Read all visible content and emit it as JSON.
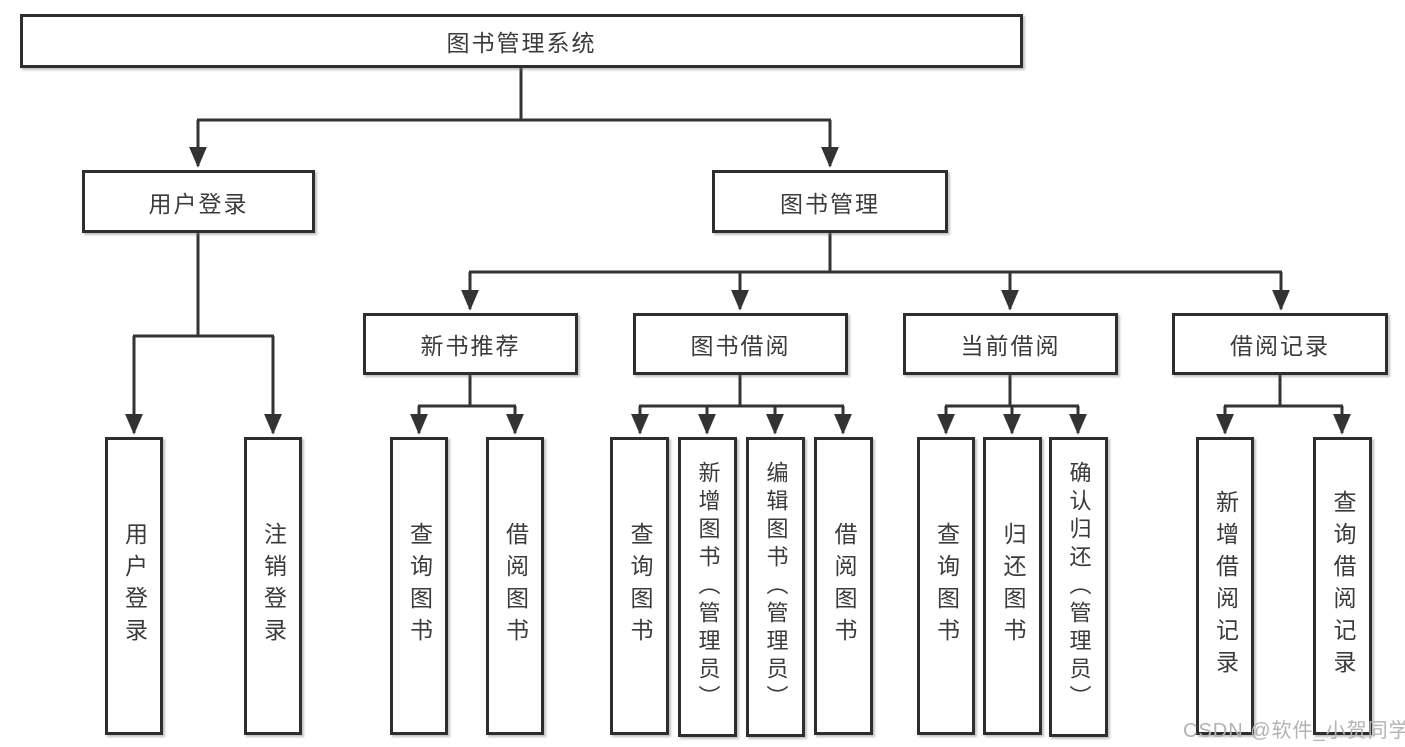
{
  "diagram_title": "图书管理系统",
  "colors": {
    "line": "#333333",
    "box_border": "#2e2e2e",
    "box_fill": "#ffffff",
    "text": "#3b3b3b",
    "watermark": "#b3b3b3",
    "background": "#ffffff"
  },
  "tree": {
    "root": {
      "label": "图书管理系统",
      "children": [
        {
          "label": "用户登录",
          "children": [
            {
              "label": "用户登录"
            },
            {
              "label": "注销登录"
            }
          ]
        },
        {
          "label": "图书管理",
          "children": [
            {
              "label": "新书推荐",
              "children": [
                {
                  "label": "查询图书"
                },
                {
                  "label": "借阅图书"
                }
              ]
            },
            {
              "label": "图书借阅",
              "children": [
                {
                  "label": "查询图书"
                },
                {
                  "label": "新增图书（管理员）"
                },
                {
                  "label": "编辑图书（管理员）"
                },
                {
                  "label": "借阅图书"
                }
              ]
            },
            {
              "label": "当前借阅",
              "children": [
                {
                  "label": "查询图书"
                },
                {
                  "label": "归还图书"
                },
                {
                  "label": "确认归还（管理员）"
                }
              ]
            },
            {
              "label": "借阅记录",
              "children": [
                {
                  "label": "新增借阅记录"
                },
                {
                  "label": "查询借阅记录"
                }
              ]
            }
          ]
        }
      ]
    }
  },
  "watermark": "CSDN @软件_小贺同学"
}
